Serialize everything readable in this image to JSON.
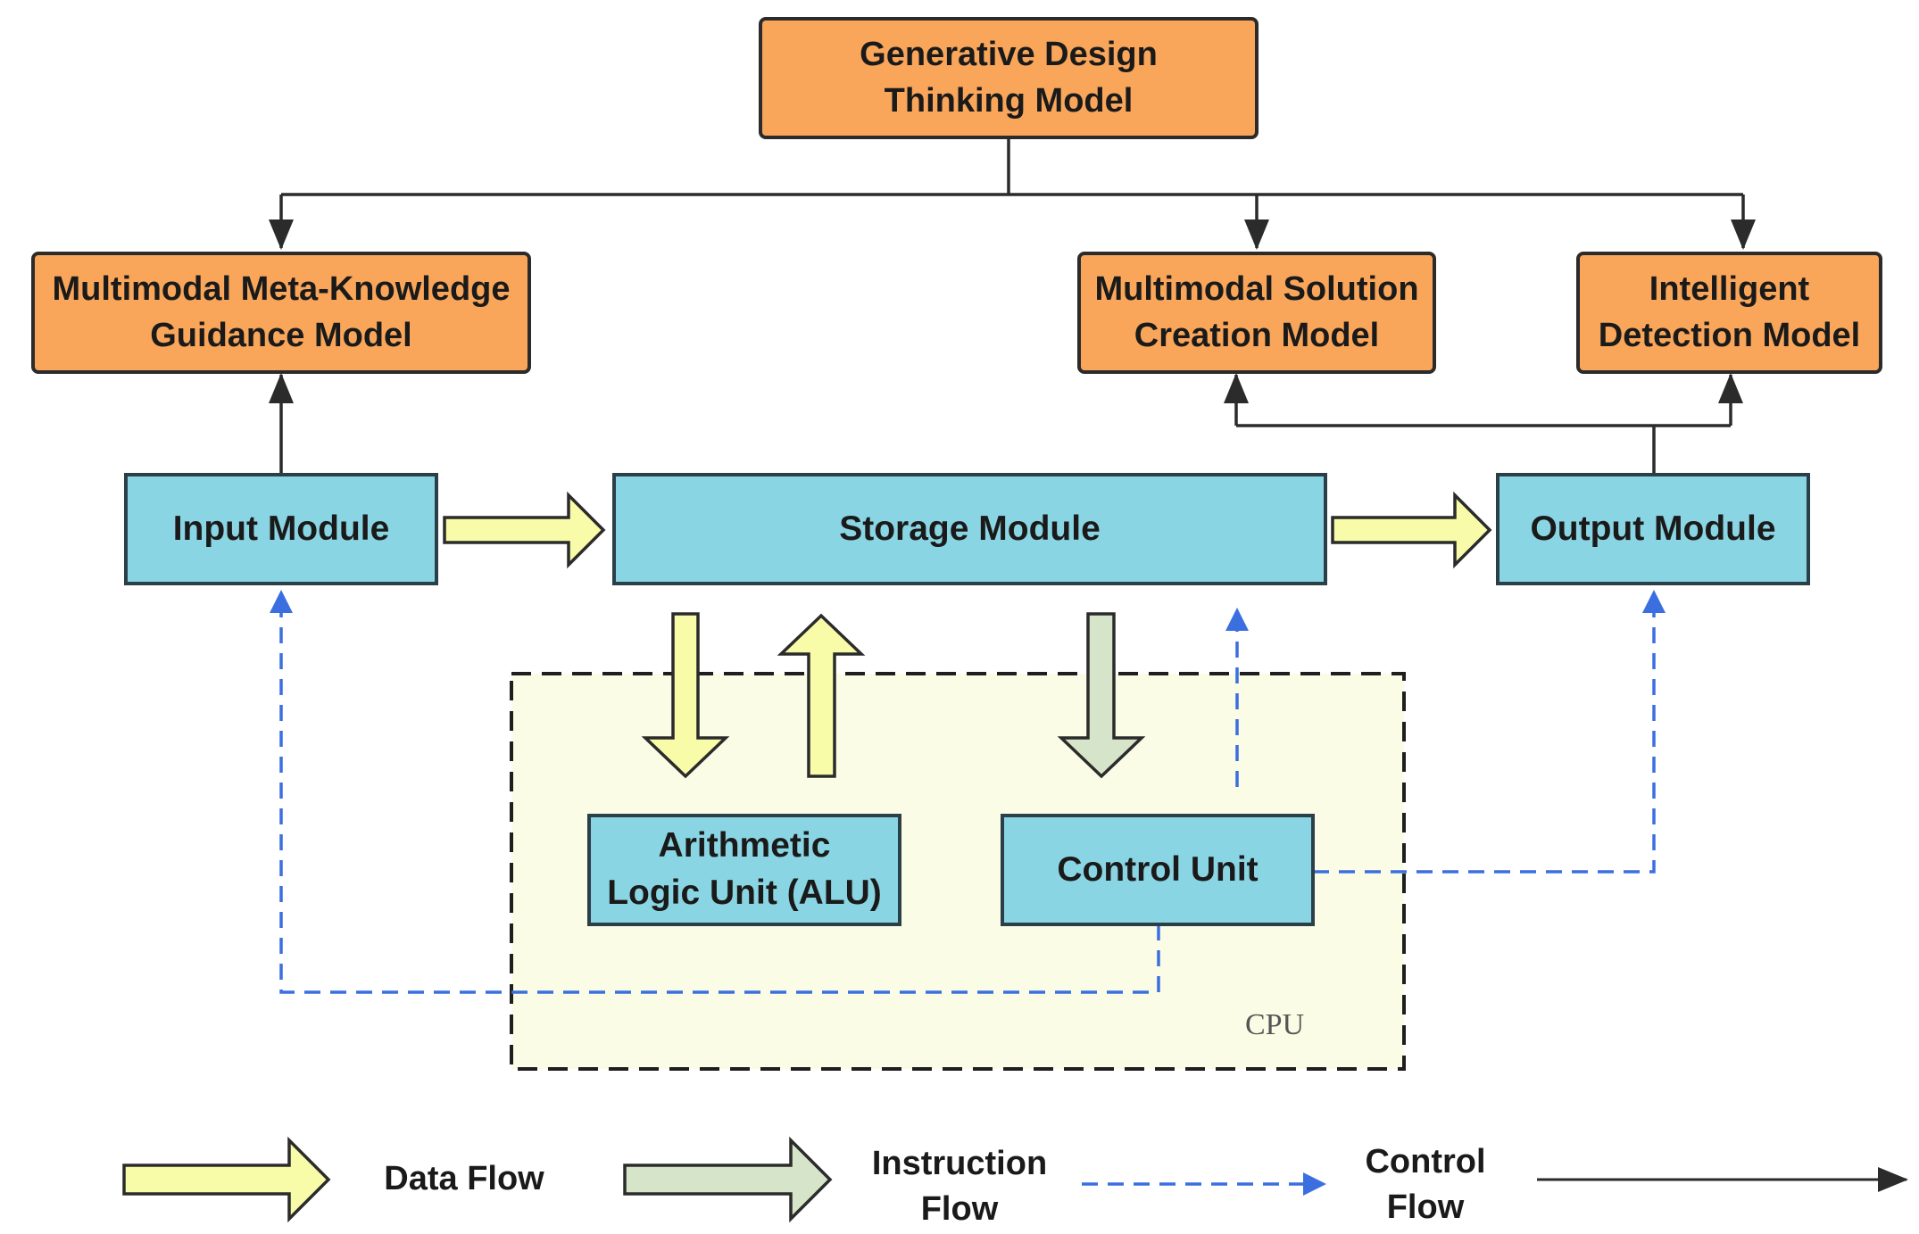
{
  "models": {
    "top": "Generative Design\nThinking Model",
    "meta_knowledge": "Multimodal Meta-Knowledge\nGuidance Model",
    "solution_creation": "Multimodal Solution\nCreation Model",
    "intelligent_detection": "Intelligent\nDetection Model"
  },
  "modules": {
    "input": "Input Module",
    "storage": "Storage Module",
    "output": "Output Module",
    "alu": "Arithmetic\nLogic Unit (ALU)",
    "control_unit": "Control Unit"
  },
  "cpu_label": "CPU",
  "legend": {
    "data_flow": "Data Flow",
    "instruction_flow": "Instruction\nFlow",
    "control_flow": "Control\nFlow"
  },
  "colors": {
    "model_fill": "#f9a65a",
    "module_fill": "#8ad5e3",
    "data_arrow_fill": "#f8fca8",
    "instruction_arrow_fill": "#d6e4c9",
    "control_line": "#3b6fe0",
    "cpu_fill": "#fbfce6"
  }
}
